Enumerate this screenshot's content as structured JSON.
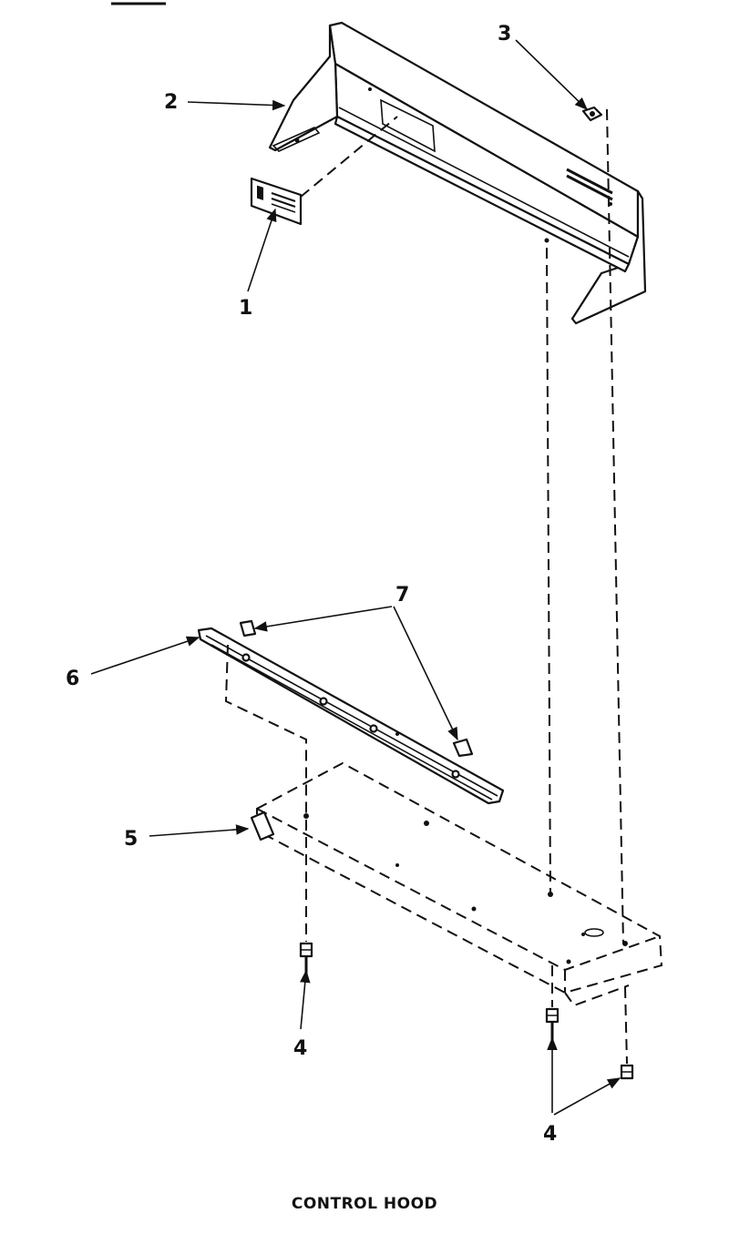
{
  "title": "CONTROL HOOD",
  "callouts": {
    "c1": "1",
    "c2": "2",
    "c3": "3",
    "c4a": "4",
    "c4b": "4",
    "c5": "5",
    "c6": "6",
    "c7": "7"
  }
}
